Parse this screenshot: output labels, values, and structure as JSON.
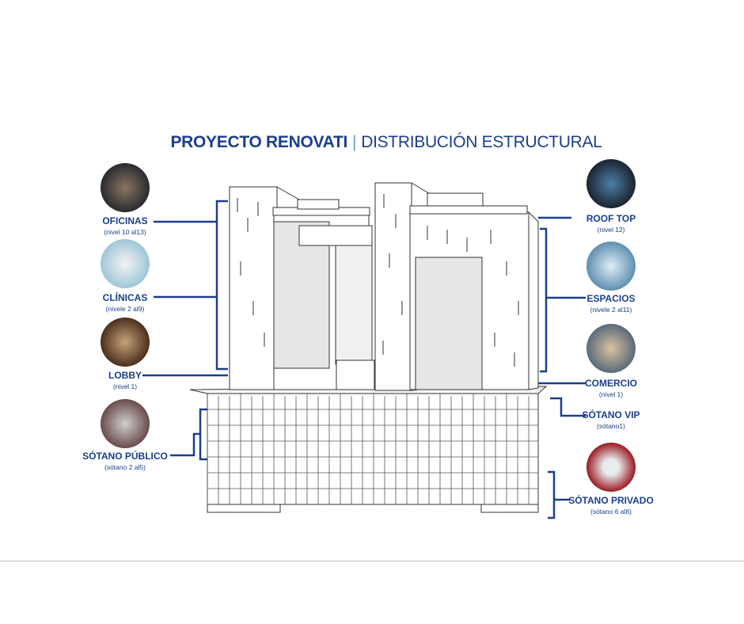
{
  "title": {
    "main": "PROYECTO RENOVATI",
    "separator": "|",
    "sub": "DISTRIBUCIÓN ESTRUCTURAL"
  },
  "left": [
    {
      "label": "OFICINAS",
      "sub": "(nivel 10 al13)",
      "photo": "office-meeting-photo"
    },
    {
      "label": "CLÍNICAS",
      "sub": "(nivele 2 al9)",
      "photo": "doctors-photo"
    },
    {
      "label": "LOBBY",
      "sub": "(nivel 1)",
      "photo": "lobby-photo"
    },
    {
      "label": "SÓTANO PÚBLICO",
      "sub": "(sótano 2 al5)",
      "photo": "parking-photo"
    }
  ],
  "right": [
    {
      "label": "ROOF TOP",
      "sub": "(nivel 12)",
      "photo": "rooftop-photo"
    },
    {
      "label": "ESPACIOS",
      "sub": "(nivele 2 al11)",
      "photo": "medical-space-photo"
    },
    {
      "label": "COMERCIO",
      "sub": "(nivel 1)",
      "photo": "commerce-photo"
    },
    {
      "label": "SÓTANO VIP",
      "sub": "(sótano1)"
    },
    {
      "label": "SÓTANO PRIVADO",
      "sub": "(sótano 6 al8)",
      "photo": "private-parking-photo"
    }
  ],
  "colors": {
    "brand": "#1b3f8b",
    "accent": "#5aa0d8"
  }
}
